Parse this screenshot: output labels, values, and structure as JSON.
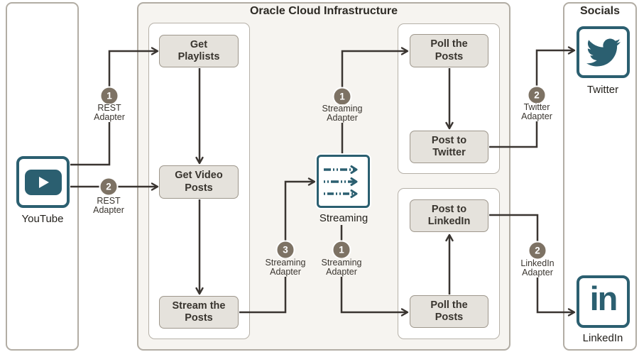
{
  "colors": {
    "teal_brand": "#2b5f70",
    "badge_brown": "#7d7264",
    "connector_line": "#3a3531",
    "process_box_fill": "#e5e2dc",
    "oci_panel_fill": "#f6f4f0"
  },
  "panels": {
    "oci": {
      "title": "Oracle Cloud Infrastructure"
    },
    "socials": {
      "title": "Socials"
    }
  },
  "icons": {
    "youtube": {
      "label": "YouTube"
    },
    "streaming": {
      "label": "Streaming"
    },
    "twitter": {
      "label": "Twitter"
    },
    "linkedin": {
      "label": "LinkedIn",
      "glyph": "in"
    }
  },
  "nodes": {
    "get_playlists": "Get Playlists",
    "get_video_posts": "Get Video Posts",
    "stream_the_posts": "Stream the Posts",
    "poll_the_posts_top": "Poll the Posts",
    "post_to_twitter": "Post to Twitter",
    "post_to_linkedin": "Post to LinkedIn",
    "poll_the_posts_bottom": "Poll the Posts"
  },
  "badges": {
    "rest1": {
      "num": "1",
      "line1": "REST",
      "line2": "Adapter"
    },
    "rest2": {
      "num": "2",
      "line1": "REST",
      "line2": "Adapter"
    },
    "stream3": {
      "num": "3",
      "line1": "Streaming",
      "line2": "Adapter"
    },
    "stream1top": {
      "num": "1",
      "line1": "Streaming",
      "line2": "Adapter"
    },
    "stream1bottom": {
      "num": "1",
      "line1": "Streaming",
      "line2": "Adapter"
    },
    "twitter2": {
      "num": "2",
      "line1": "Twitter",
      "line2": "Adapter"
    },
    "linkedin2": {
      "num": "2",
      "line1": "LinkedIn",
      "line2": "Adapter"
    }
  }
}
